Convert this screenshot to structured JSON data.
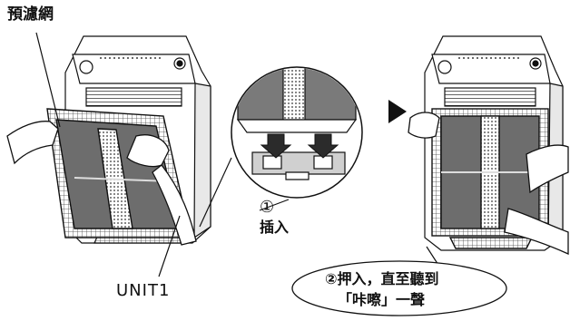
{
  "labels": {
    "prefilter": "預濾網",
    "step1_number": "①",
    "step1_text": "插入",
    "unit": "UNIT1",
    "step2_line1": "②押入，直至聽到",
    "step2_line2": "「咔嚓」一聲"
  },
  "colors": {
    "line": "#111111",
    "fill_dark": "#2b2b2b",
    "fill_mid": "#8a8a8a",
    "fill_light": "#d9d9d9"
  },
  "icons": [
    "arrow-right-icon",
    "down-arrow-icon"
  ]
}
